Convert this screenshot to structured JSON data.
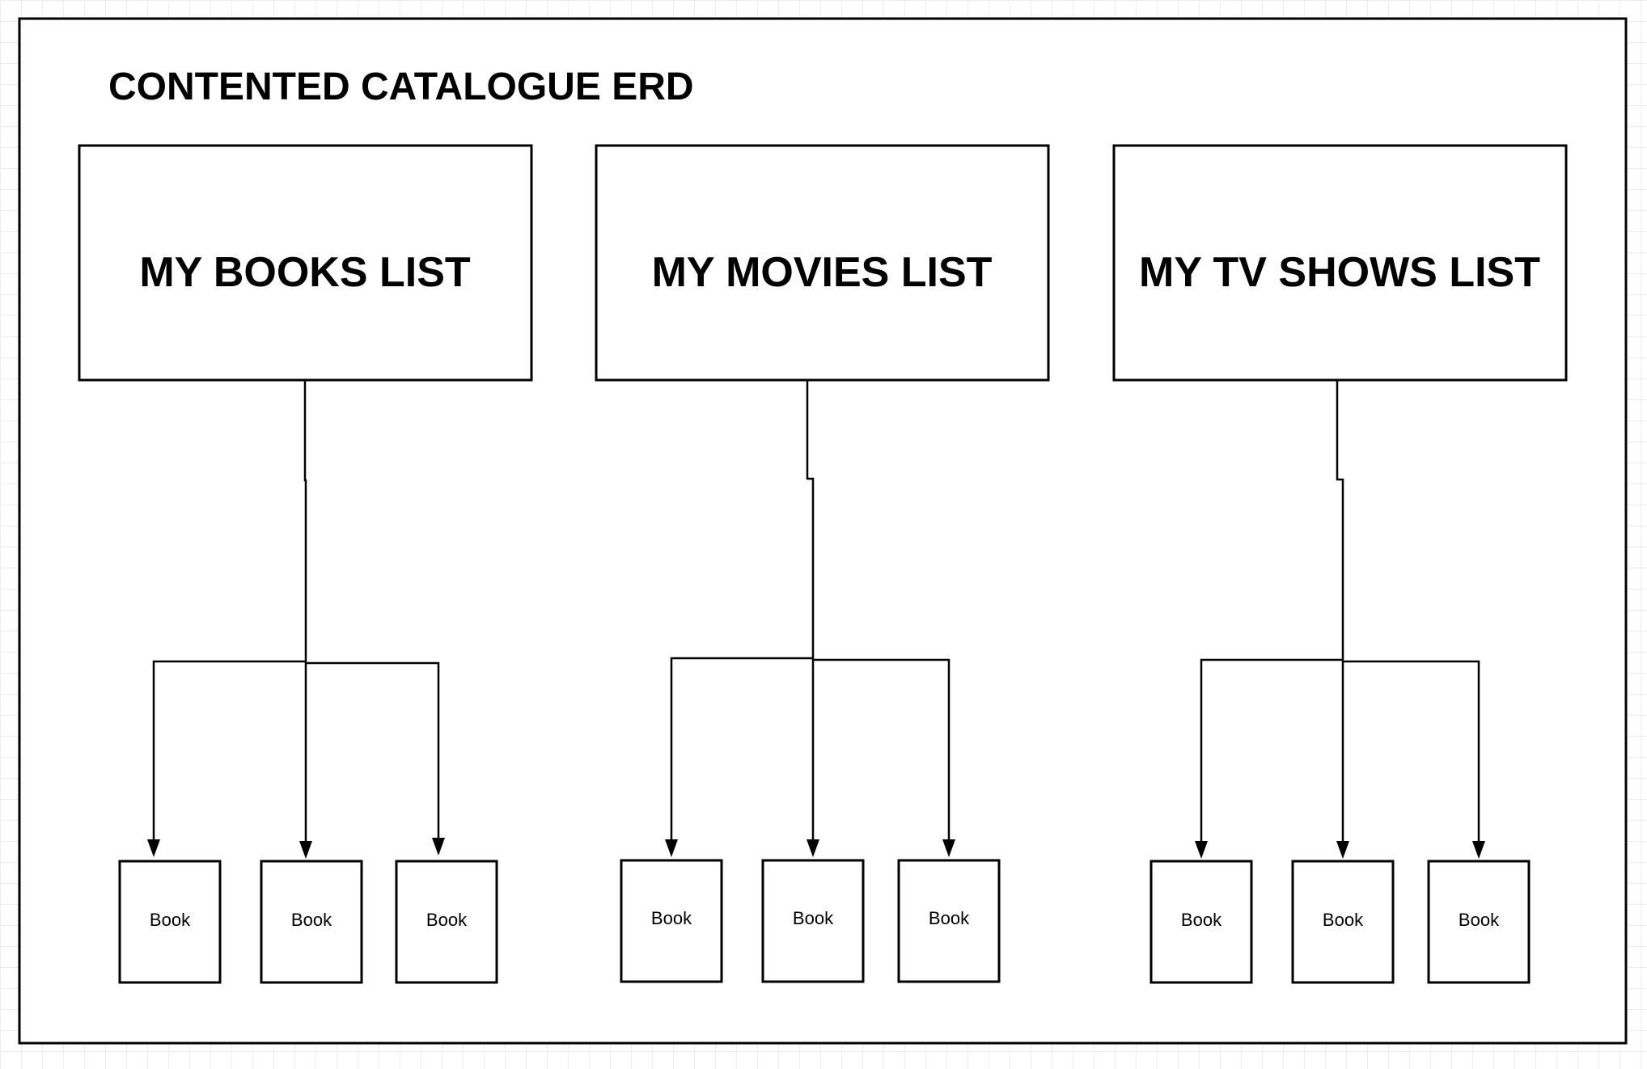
{
  "title": "CONTENTED CATALOGUE ERD",
  "lists": [
    {
      "label": "MY BOOKS LIST",
      "items": [
        "Book",
        "Book",
        "Book"
      ]
    },
    {
      "label": "MY MOVIES LIST",
      "items": [
        "Book",
        "Book",
        "Book"
      ]
    },
    {
      "label": "MY TV SHOWS LIST",
      "items": [
        "Book",
        "Book",
        "Book"
      ]
    }
  ]
}
